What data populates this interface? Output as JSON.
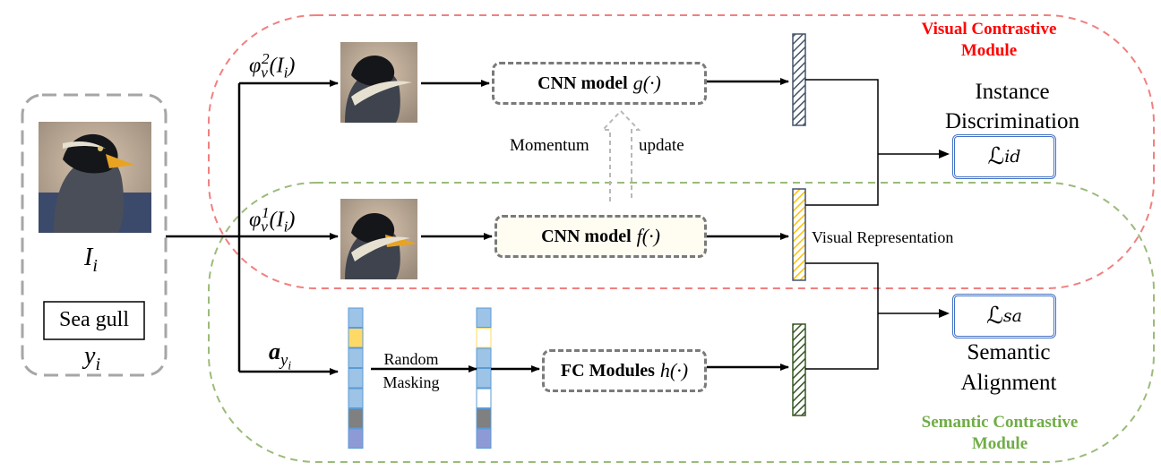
{
  "modules": {
    "visual": "Visual Contrastive Module",
    "semantic": "Semantic Contrastive Module"
  },
  "input": {
    "image_symbol": "I_i",
    "class_name": "Sea gull",
    "label_symbol": "y_i"
  },
  "branches": {
    "aug2": "φ_v^2(I_i)",
    "aug1": "φ_v^1(I_i)",
    "attr": "a_{y_i}"
  },
  "blocks": {
    "cnn_g": {
      "label": "CNN model",
      "fn": "g(·)"
    },
    "cnn_f": {
      "label": "CNN model",
      "fn": "f(·)"
    },
    "fc_h": {
      "label": "FC Modules",
      "fn": "h(·)"
    }
  },
  "labels": {
    "momentum": "Momentum",
    "update": "update",
    "visual_representation": "Visual Representation",
    "random_masking": "Random Masking",
    "instance_discrimination": "Instance Discrimination",
    "semantic_alignment": "Semantic Alignment"
  },
  "losses": {
    "id": {
      "symbol": "ℒ",
      "subscript": "id"
    },
    "sa": {
      "symbol": "ℒ",
      "subscript": "sa"
    }
  },
  "colors": {
    "visual_module_border": "#f08080",
    "visual_module_text": "#ff0000",
    "semantic_module_border": "#9bbb7a",
    "semantic_module_text": "#70ad47",
    "input_border": "#a6a6a6",
    "block_border": "#7a7a7a",
    "loss_border": "#4472c4",
    "feature_blue": "#9dc3e6",
    "feature_yellow": "#ffd966",
    "feature_gray": "#808080",
    "feature_purple": "#8e9ad6",
    "hatch_blue": "#44546a",
    "hatch_yellow": "#ffc000",
    "hatch_green": "#375623"
  },
  "attribute_vector": [
    "blue",
    "yellow",
    "blue",
    "blue",
    "blue",
    "gray",
    "purple"
  ],
  "masked_vector": [
    "blue",
    "masked",
    "blue",
    "blue",
    "masked",
    "gray",
    "purple"
  ]
}
